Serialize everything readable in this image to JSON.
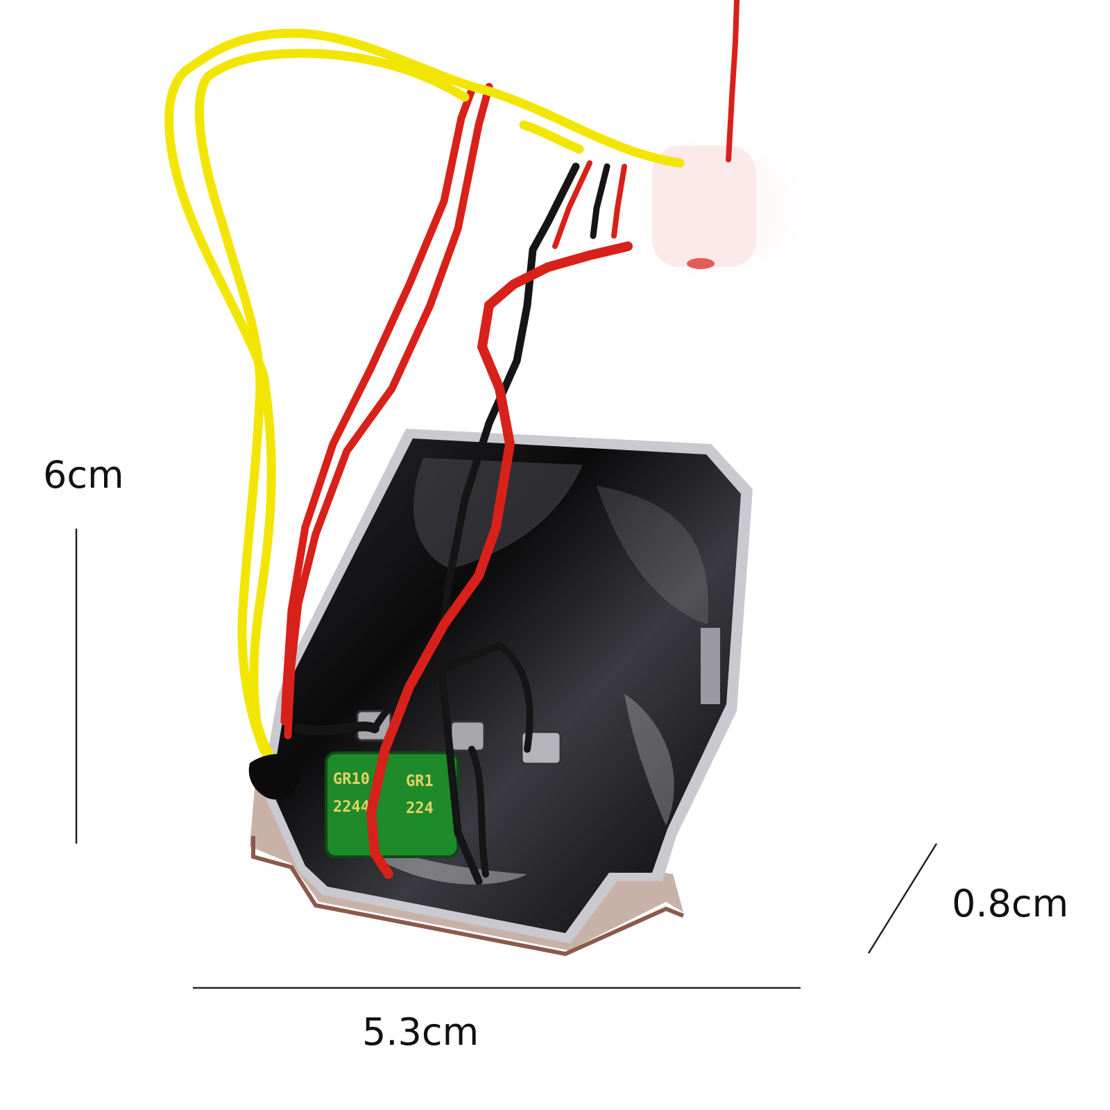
{
  "dimensions": {
    "height": "6cm",
    "width": "5.3cm",
    "depth": "0.8cm"
  },
  "capacitor": {
    "line1_left": "GR10",
    "line1_right": "GR1",
    "line2_left": "2244",
    "line2_right": "224"
  },
  "colors": {
    "wire_yellow": "#f2e600",
    "wire_red": "#d8211a",
    "wire_black": "#151515",
    "housing": "#0b0b0c",
    "housing_rim": "#c9c9cf",
    "capacitor": "#1f8a2a",
    "capacitor_text": "#e2d266",
    "connector": "#fbe3e3",
    "dimension_line": "#222222"
  }
}
